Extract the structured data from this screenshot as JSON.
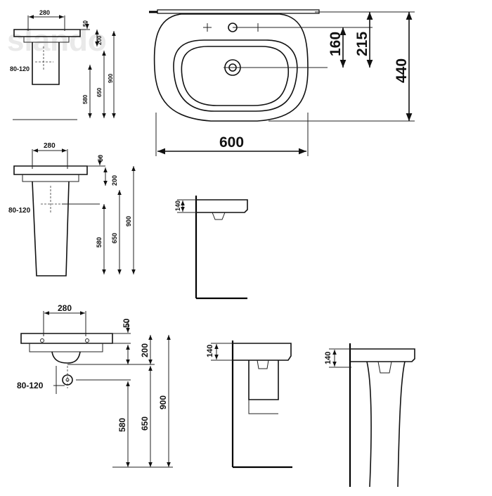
{
  "watermark": "slando",
  "view_top": {
    "dims": {
      "width": "600",
      "depth": "440",
      "tap_to_edge": "215",
      "bowl_to_edge": "160"
    }
  },
  "view_small": {
    "dims": {
      "spacing": "280",
      "top": "50",
      "upper": "200",
      "side": "80-120",
      "mid": "580",
      "low": "650",
      "total": "900"
    }
  },
  "view_mid": {
    "dims": {
      "spacing": "280",
      "top": "50",
      "upper": "200",
      "side": "80-120",
      "mid": "580",
      "low": "650",
      "total": "900"
    }
  },
  "view_large": {
    "dims": {
      "spacing": "280",
      "top": "50",
      "upper": "200",
      "side": "80-120",
      "mid": "580",
      "low": "650",
      "total": "900"
    }
  },
  "profile_wall": {
    "dims": {
      "height": "140"
    }
  },
  "profile_semi": {
    "dims": {
      "height": "140"
    }
  },
  "profile_pedestal": {
    "dims": {
      "height": "140"
    }
  }
}
